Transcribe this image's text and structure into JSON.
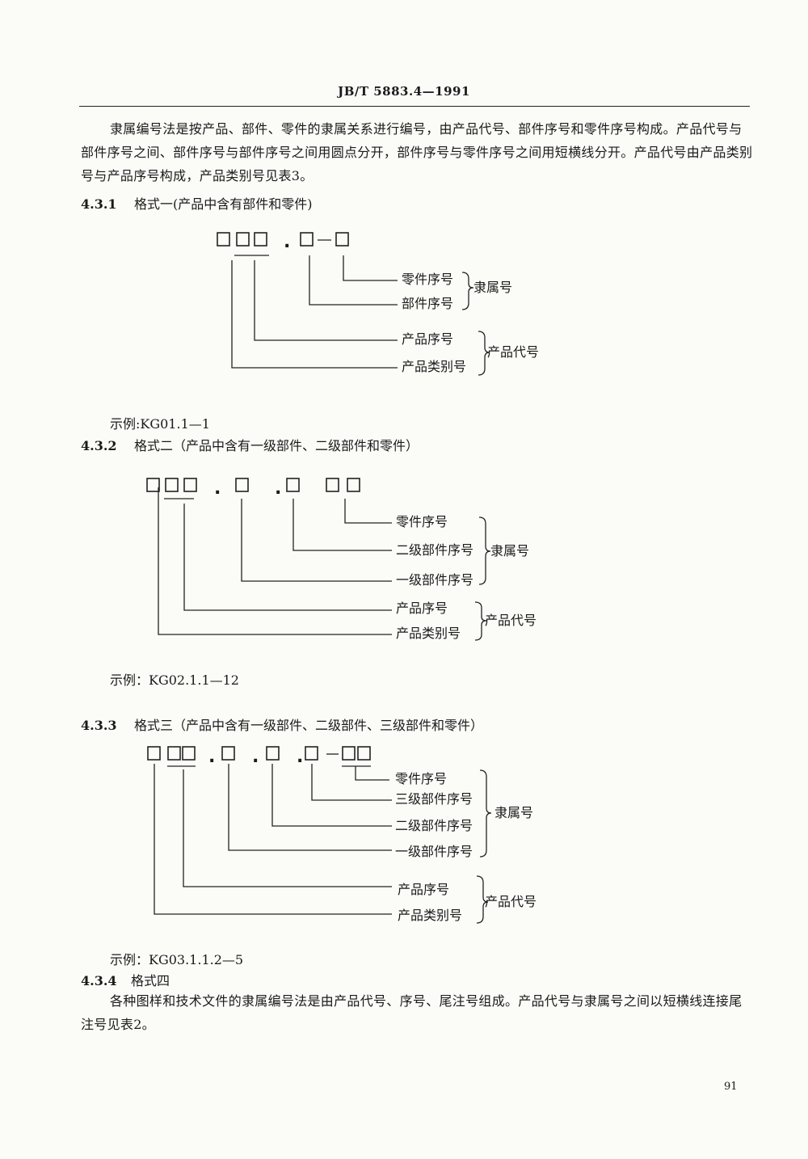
{
  "header": {
    "standard": "JB/T 5883.4—1991"
  },
  "intro": "隶属编号法是按产品、部件、零件的隶属关系进行编号，由产品代号、部件序号和零件序号构成。产品代号与部件序号之间、部件序号与部件序号之间用圆点分开，部件序号与零件序号之间用短横线分开。产品代号由产品类别号与产品序号构成，产品类别号见表3。",
  "labels": {
    "part_seq": "零件序号",
    "component_seq": "部件序号",
    "level1_seq": "一级部件序号",
    "level2_seq": "二级部件序号",
    "level3_seq": "三级部件序号",
    "product_seq": "产品序号",
    "product_category": "产品类别号",
    "affiliation_no": "隶属号",
    "product_code": "产品代号"
  },
  "sections": [
    {
      "num": "4.3.1",
      "title": "格式一(产品中含有部件和零件)",
      "example": "示例:KG01.1—1"
    },
    {
      "num": "4.3.2",
      "title": "格式二（产品中含有一级部件、二级部件和零件）",
      "example": "示例：KG02.1.1—12"
    },
    {
      "num": "4.3.3",
      "title": "格式三（产品中含有一级部件、二级部件、三级部件和零件）",
      "example": "示例：KG03.1.1.2—5"
    },
    {
      "num": "4.3.4",
      "title": "格式四"
    }
  ],
  "format4_text": "各种图样和技术文件的隶属编号法是由产品代号、序号、尾注号组成。产品代号与隶属号之间以短横线连接尾注号见表2。",
  "page_number": "91"
}
